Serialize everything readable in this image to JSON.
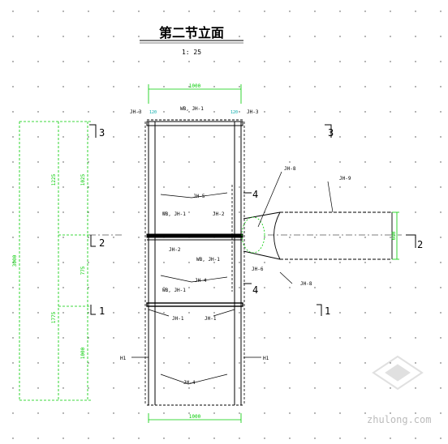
{
  "title": "第二节立面",
  "scale": "1: 25",
  "dimensions": {
    "top_width": "1000",
    "bottom_width": "1000",
    "total_height": "3000",
    "left_upper_outer": "1225",
    "left_upper_inner": "1025",
    "left_lower_outer": "1775",
    "left_lower_inner": "1000",
    "left_mid_inner": "775",
    "beam_depth": "600",
    "top_left_small": "120",
    "top_right_small": "120"
  },
  "section_marks": [
    "3",
    "3",
    "2",
    "2",
    "1",
    "1",
    "4",
    "4"
  ],
  "labels": {
    "top_left_corner": "JH-3",
    "top_mid": "WB, JH-1",
    "top_right_corner": "JH-3",
    "upper_diag": "JH-5",
    "mid_left_top": "WB, JH-1",
    "mid_right_top": "JH-2",
    "mid_left": "JH-2",
    "mid_right": "WB, JH-1",
    "lower_diag": "JH-4",
    "lower_left_top": "WB, JH-1",
    "lower_beam_left": "JH-1",
    "lower_beam_right": "JH-1",
    "left_column": "H1",
    "right_column": "H1",
    "bottom_diag": "JH-4",
    "bracket_upper": "JH-8",
    "bracket_lower": "JH-8",
    "beam_top": "JH-9",
    "joint": "JH-6"
  },
  "watermark": "zhulong.com",
  "colors": {
    "line": "#000000",
    "dimension": "#00cc00",
    "text_dim": "#00a8a8",
    "magenta": "#ff00ff",
    "grid_dot": "#000000"
  }
}
